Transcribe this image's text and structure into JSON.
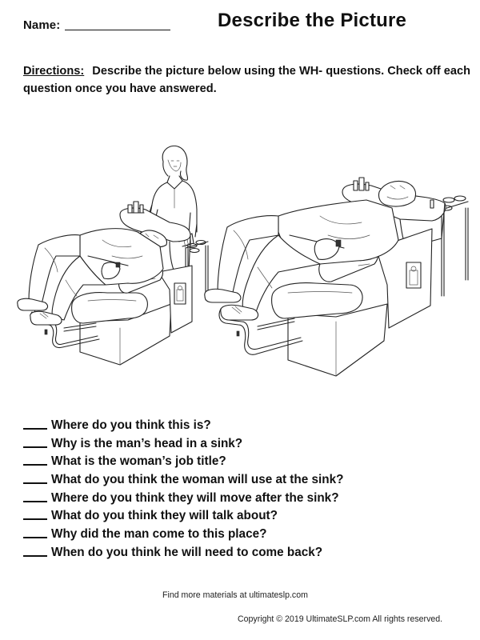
{
  "header": {
    "name_label": "Name:",
    "title": "Describe the Picture"
  },
  "directions": {
    "label": "Directions:",
    "text": "Describe the picture below using the WH- questions. Check off each question once you have answered."
  },
  "illustration": {
    "left_scene": "Woman washing a reclining man's hair at a salon shampoo sink",
    "right_scene": "Man reclining alone with head in a salon shampoo sink"
  },
  "questions": [
    {
      "blank": "___",
      "text": "Where do you think this is?"
    },
    {
      "blank": "___",
      "text": "Why is the man’s head in a sink?"
    },
    {
      "blank": "___",
      "text": "What is the woman’s job title?"
    },
    {
      "blank": "___",
      "text": "What do you think the woman will use at the sink?"
    },
    {
      "blank": "___",
      "text": "Where do you think they will move after the sink?"
    },
    {
      "blank": "___",
      "text": "What do you think they will talk about?"
    },
    {
      "blank": "___",
      "text": "Why did the man come to this place?"
    },
    {
      "blank": "___",
      "text": "When do you think he will need to come back?"
    }
  ],
  "footer": {
    "link_text": "Find more materials at ultimateslp.com",
    "copyright": "Copyright © 2019 UltimateSLP.com All rights reserved."
  }
}
